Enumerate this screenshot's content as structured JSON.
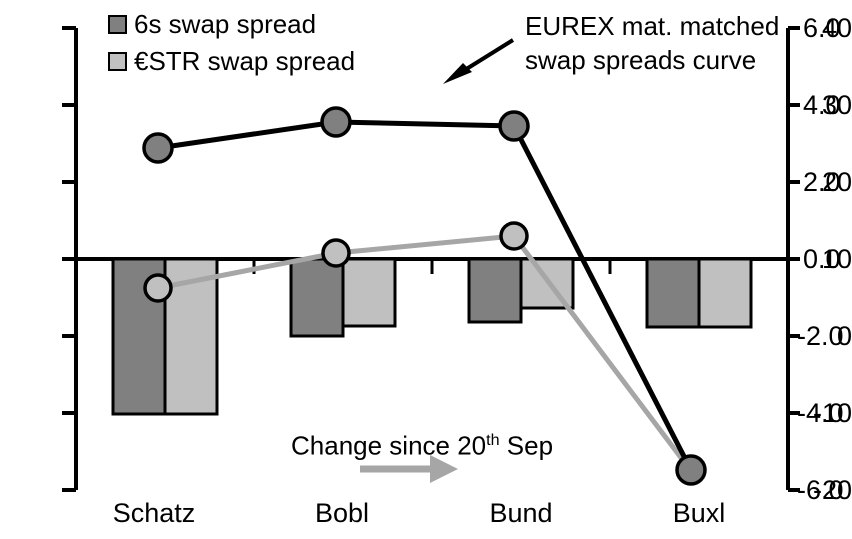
{
  "chart_data": {
    "type": "bar",
    "title": "",
    "xlabel": "",
    "categories": [
      "Schatz",
      "Bobl",
      "Bund",
      "Buxl"
    ],
    "series": [
      {
        "name": "6s swap spread",
        "type": "bar",
        "axis": "right",
        "color": "#808080",
        "values": [
          -4.05,
          -1.93,
          -1.61,
          -1.88
        ]
      },
      {
        "name": "€STR swap spread",
        "type": "bar",
        "axis": "right",
        "color": "#c0c0c0",
        "values": [
          -4.05,
          -1.72,
          -1.25,
          -1.88
        ]
      },
      {
        "name": "EUREX mat. matched swap spreads curve",
        "type": "line",
        "axis": "left",
        "color": "#000000",
        "marker_color": "#808080",
        "values": [
          24.6,
          28.0,
          27.4,
          -18.1
        ]
      },
      {
        "name": "Change since 20th Sep",
        "type": "line",
        "axis": "left",
        "color": "#a6a6a6",
        "marker_color": "#c0c0c0",
        "values": [
          6.1,
          10.6,
          12.8,
          -18.1
        ]
      }
    ],
    "left_axis": {
      "ticks": [
        "40",
        "30",
        "20",
        "10",
        "0",
        "-10",
        "-20"
      ],
      "values": [
        40,
        30,
        20,
        10,
        0,
        -10,
        -20
      ],
      "ylim": [
        -20,
        40
      ]
    },
    "right_axis": {
      "ticks": [
        "6.0",
        "4.0",
        "2.0",
        "0.0",
        "-2.0",
        "-4.0",
        "-6.0"
      ],
      "values": [
        6.0,
        4.0,
        2.0,
        0.0,
        -2.0,
        -4.0,
        -6.0
      ],
      "ylim": [
        -6.0,
        6.0
      ]
    },
    "grid": false,
    "legend_position": "top-left",
    "zero_line_right_axis": 0.0
  },
  "legend": {
    "items": [
      {
        "label": "6s swap spread",
        "color": "#808080"
      },
      {
        "label": "€STR swap spread",
        "color": "#c0c0c0"
      }
    ]
  },
  "annotations": {
    "curve_label_line1": "EUREX mat. matched",
    "curve_label_line2": "swap spreads curve",
    "change_note_pre": "Change since 20",
    "change_note_sup": "th",
    "change_note_post": " Sep"
  },
  "colors": {
    "dark_bar": "#808080",
    "light_bar": "#c0c0c0",
    "black_line": "#000000",
    "gray_line": "#a6a6a6",
    "axis": "#000000",
    "background": "#ffffff"
  }
}
